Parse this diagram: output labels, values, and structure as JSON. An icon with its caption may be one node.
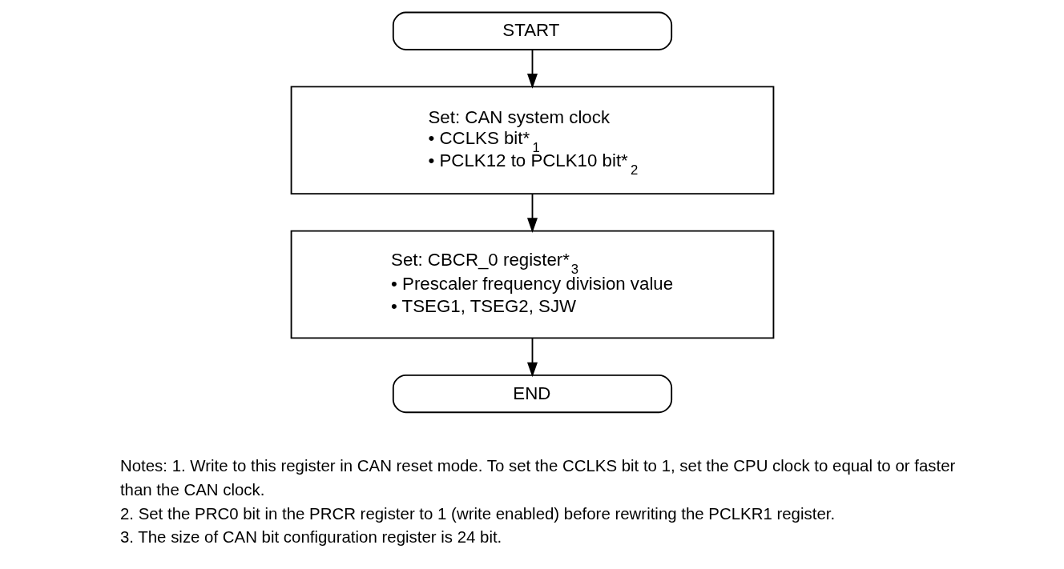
{
  "diagram": {
    "nodes": [
      {
        "text": [
          "START"
        ]
      },
      {
        "text": [
          "Set: CAN system clock",
          "• CCLKS bit*$_{1}$",
          "• PCLK12 to PCLK10 bit*$_{2}$"
        ]
      },
      {
        "text": [
          "Set: CBCR_0 register*$_{3}$",
          "• Prescaler frequency division value",
          "• TSEG1, TSEG2, SJW"
        ]
      },
      {
        "text": [
          "END"
        ]
      }
    ],
    "edges": [
      {
        "from": 0,
        "to": 1,
        "arrow": "to"
      },
      {
        "from": 1,
        "to": 2,
        "arrow": "to"
      },
      {
        "from": 2,
        "to": 3,
        "arrow": "to"
      }
    ],
    "labels": [
      "Notes: 1. Write to this register in CAN reset mode. To set the CCLKS bit to 1, set the CPU clock to equal to or faster than the CAN clock.",
      "2. Set the PRC0 bit in the PRCR register to 1 (write enabled) before rewriting the PCLKR1 register.",
      "3. The size of CAN bit configuration register is 24 bit."
    ]
  }
}
